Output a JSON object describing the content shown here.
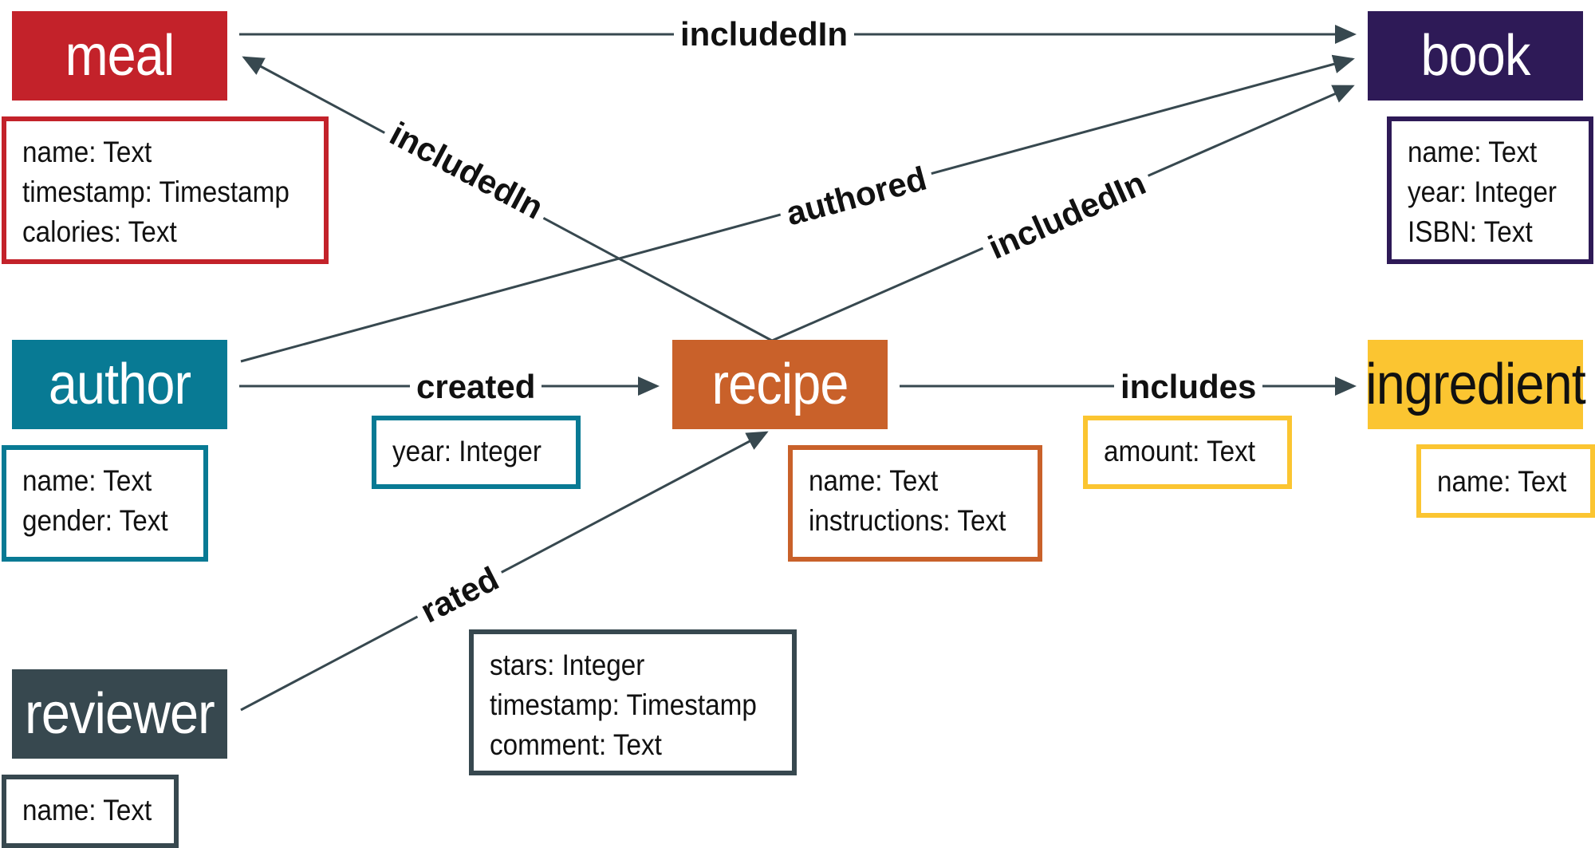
{
  "colors": {
    "meal": "#c3222a",
    "book": "#2e1a57",
    "author": "#087a94",
    "recipe": "#c9612a",
    "ingredient": "#fbc531",
    "reviewer": "#37484f",
    "edge": "#37484f"
  },
  "nodes": {
    "meal": {
      "label": "meal",
      "props": [
        "name: Text",
        "timestamp: Timestamp",
        "calories: Text"
      ]
    },
    "book": {
      "label": "book",
      "props": [
        "name: Text",
        "year: Integer",
        "ISBN: Text"
      ]
    },
    "author": {
      "label": "author",
      "props": [
        "name: Text",
        "gender: Text"
      ]
    },
    "recipe": {
      "label": "recipe",
      "props": [
        "name: Text",
        "instructions: Text"
      ]
    },
    "ingredient": {
      "label": "ingredient",
      "props": [
        "name: Text"
      ]
    },
    "reviewer": {
      "label": "reviewer",
      "props": [
        "name: Text"
      ]
    }
  },
  "edges": {
    "meal_book": {
      "label": "includedIn"
    },
    "recipe_meal": {
      "label": "includedIn"
    },
    "author_book": {
      "label": "authored"
    },
    "recipe_book": {
      "label": "includedIn"
    },
    "author_recipe": {
      "label": "created",
      "props": [
        "year: Integer"
      ]
    },
    "recipe_ingredient": {
      "label": "includes",
      "props": [
        "amount: Text"
      ]
    },
    "reviewer_recipe": {
      "label": "rated",
      "props": [
        "stars: Integer",
        "timestamp: Timestamp",
        "comment: Text"
      ]
    }
  }
}
